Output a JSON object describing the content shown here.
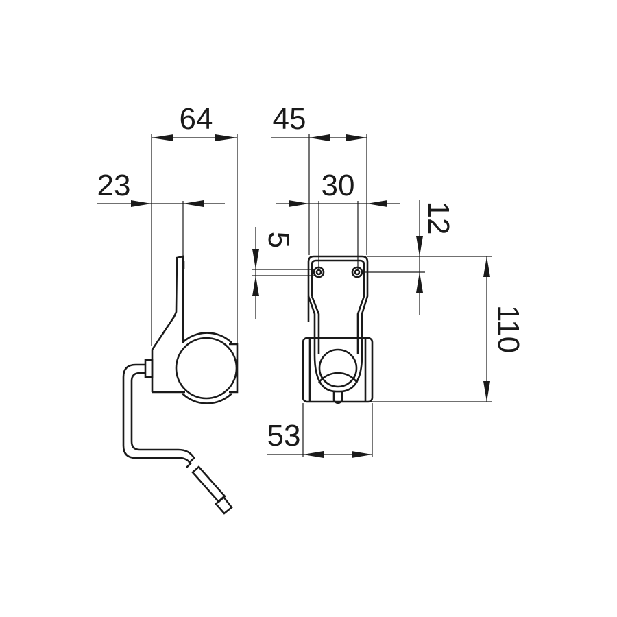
{
  "drawing": {
    "type": "technical-dimension-drawing",
    "line_color": "#1a1a1a",
    "background": "#ffffff",
    "views": [
      {
        "name": "side-view",
        "description": "Bracket with clamp ring and bent rod"
      },
      {
        "name": "front-view",
        "description": "Mounting plate with two holes and clamp ring"
      }
    ],
    "dimensions": {
      "side_width": "64",
      "side_offset": "23",
      "front_outer_width": "45",
      "hole_spacing": "30",
      "hole_diameter": "5",
      "hole_offset_top": "12",
      "total_height": "110",
      "clamp_width": "53"
    }
  }
}
